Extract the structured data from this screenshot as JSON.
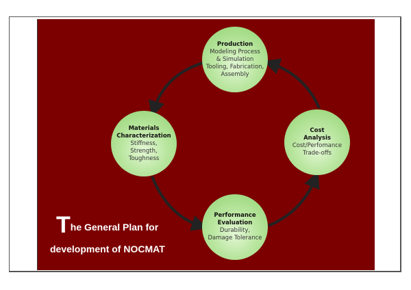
{
  "nodes": {
    "production": {
      "title": "Production",
      "lines": [
        "Modeling Process",
        "& Simulation",
        "Tooling, Fabrication,",
        "Assembly"
      ]
    },
    "materials": {
      "title": [
        "Materials",
        "Characterization"
      ],
      "lines": [
        "Stiffness,",
        "Strength,",
        "Toughness"
      ]
    },
    "cost": {
      "title": [
        "Cost",
        "Analysis"
      ],
      "lines": [
        "Cost/Perfomance",
        "Trade-offs"
      ]
    },
    "performance": {
      "title": [
        "Performance",
        "Evaluation"
      ],
      "lines": [
        "Durability,",
        "Damage Tolerance"
      ]
    }
  },
  "heading": {
    "initial": "T",
    "line1": "he General Plan for",
    "line2": "development of NOCMAT"
  },
  "colors": {
    "background": "#7c0000",
    "node": "#a8dd8a",
    "arrow": "#222222"
  }
}
